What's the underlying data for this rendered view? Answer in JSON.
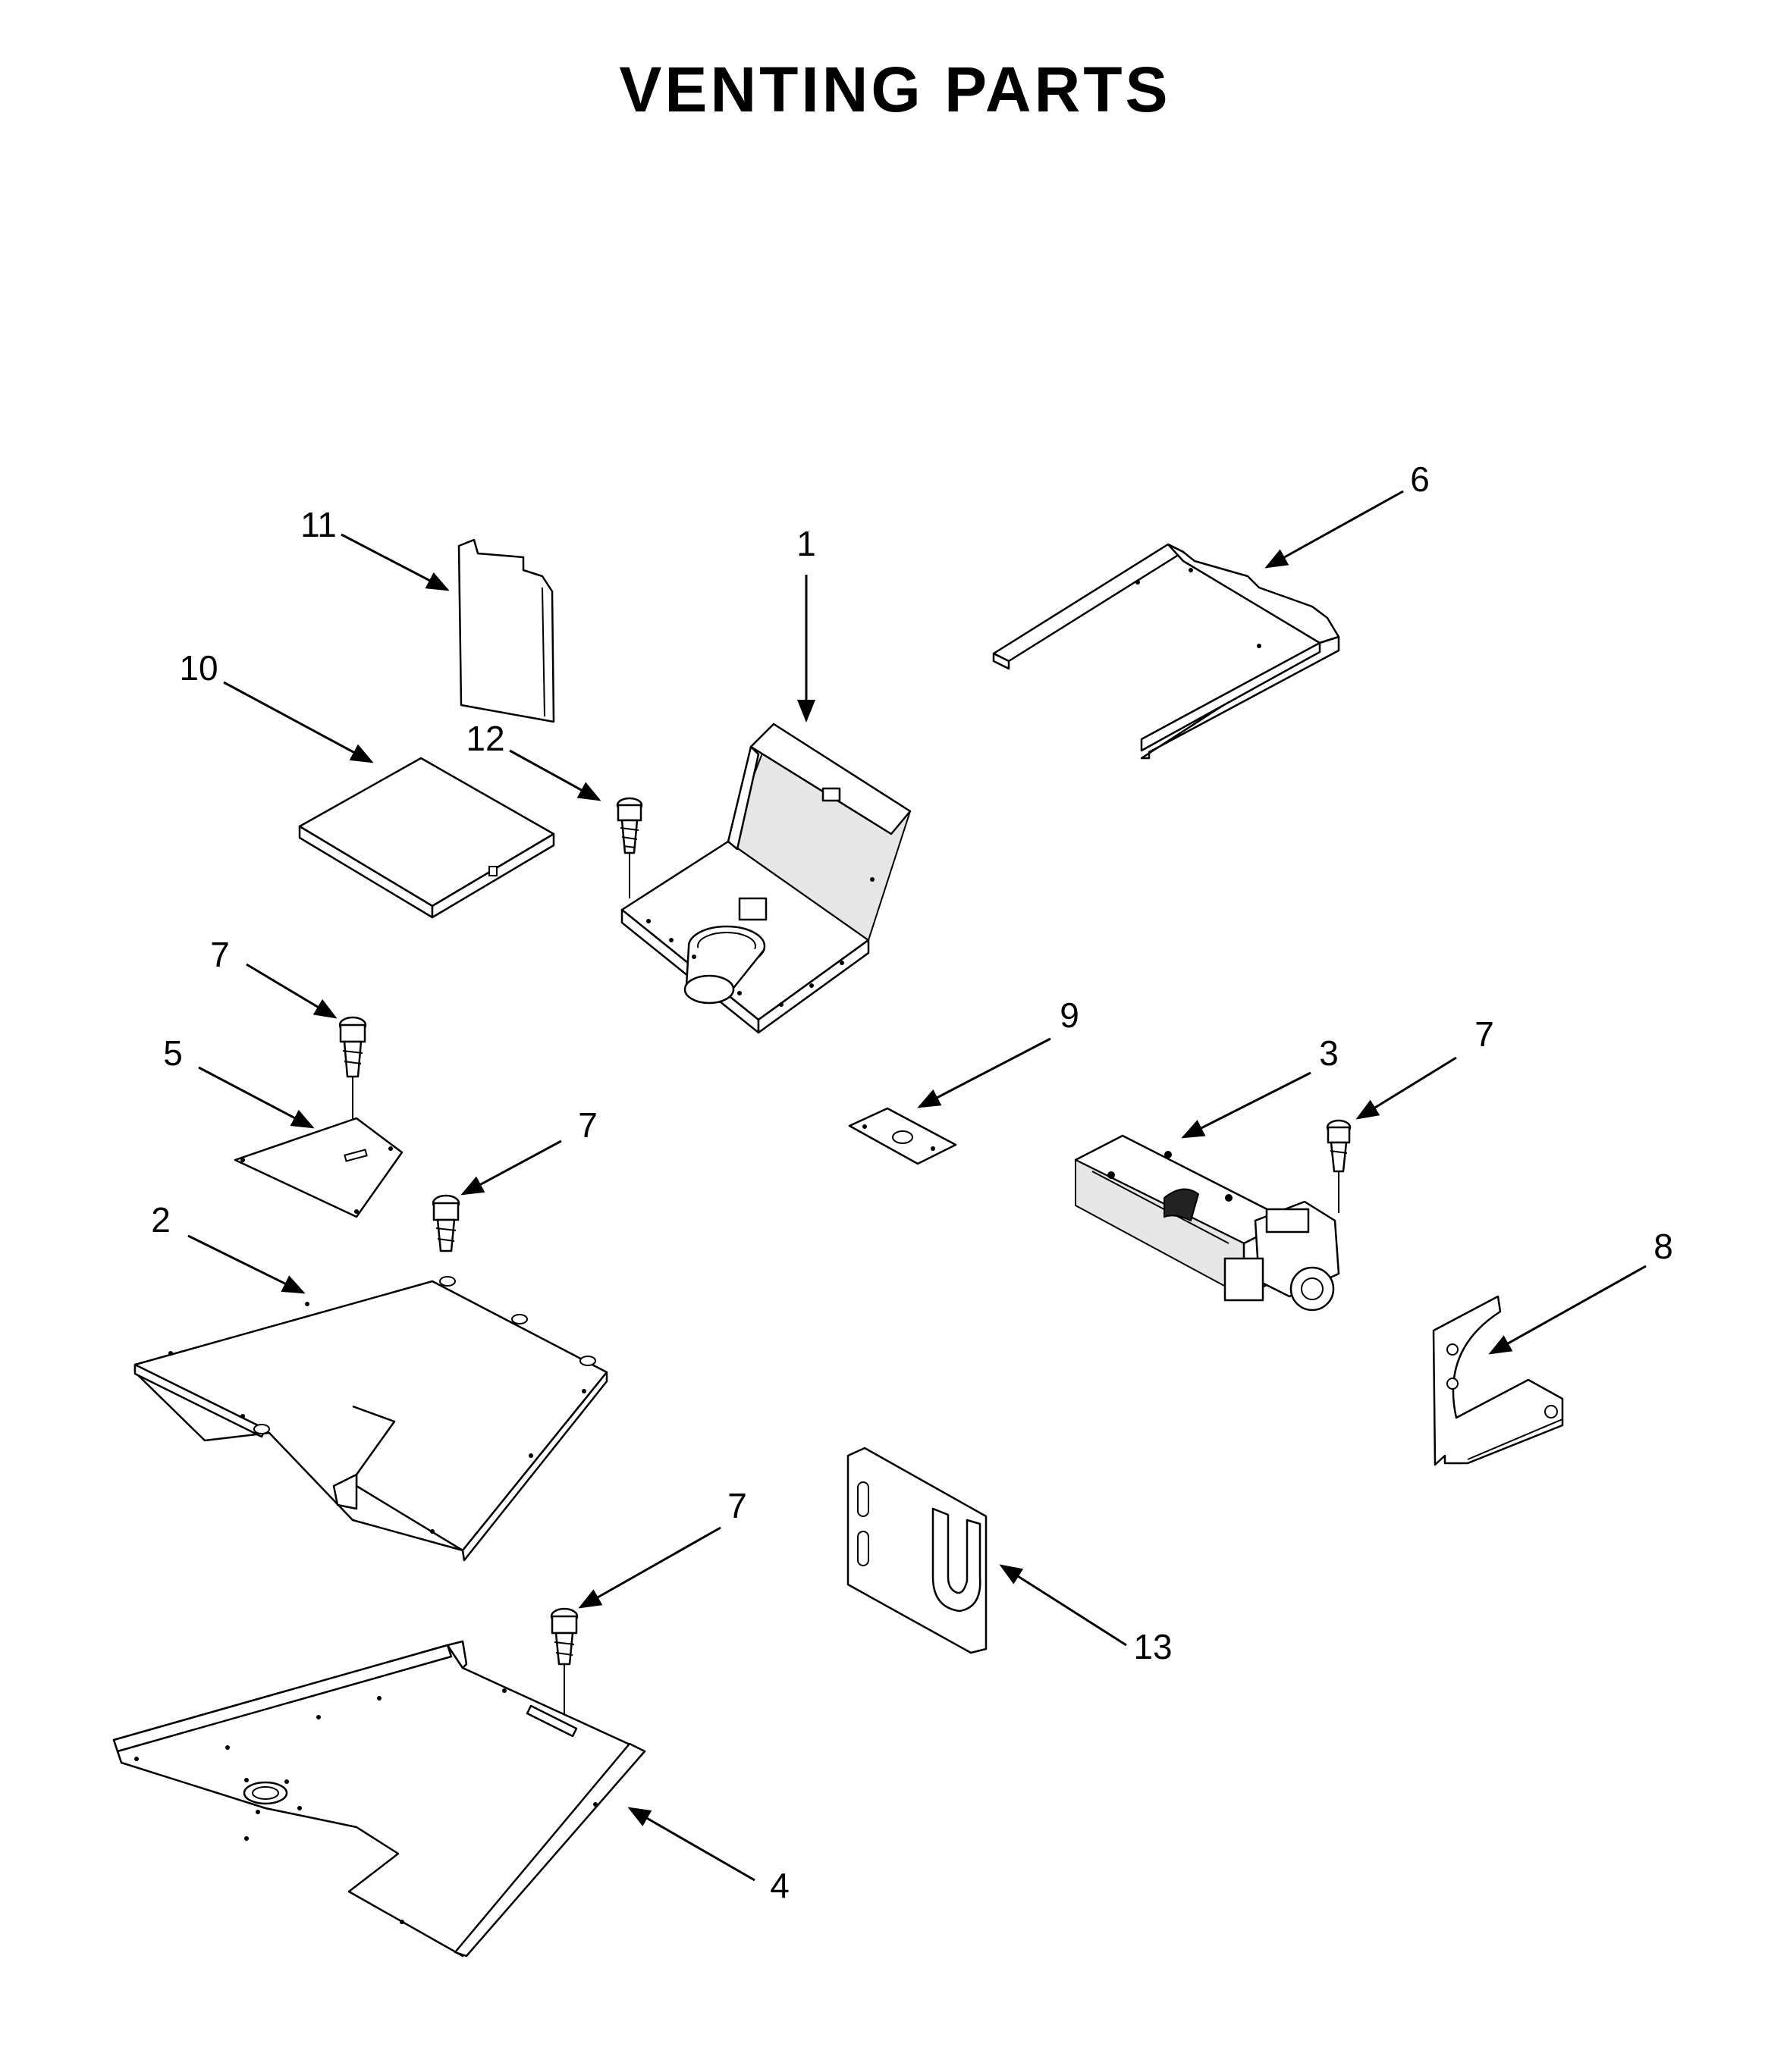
{
  "title": "VENTING PARTS",
  "callouts": {
    "c1": "1",
    "c2": "2",
    "c3": "3",
    "c4": "4",
    "c5": "5",
    "c6": "6",
    "c7a": "7",
    "c7b": "7",
    "c7c": "7",
    "c7d": "7",
    "c8": "8",
    "c9": "9",
    "c10": "10",
    "c11": "11",
    "c12": "12",
    "c13": "13"
  }
}
